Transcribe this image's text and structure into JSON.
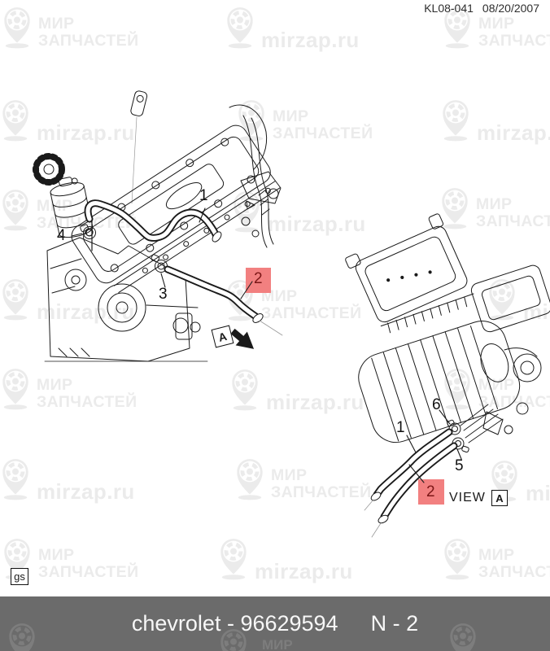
{
  "header": {
    "doc_code": "KL08-041",
    "doc_date": "08/20/2007"
  },
  "footer": {
    "catalog_label": "chevrolet - 96629594",
    "sheet_label": "N - 2"
  },
  "corner_tag": "gs",
  "watermark": {
    "brand_line1": "МИР",
    "brand_line2": "ЗАПЧАСТЕЙ",
    "site": "mirzap.ru"
  },
  "main_view": {
    "callout_1": "1",
    "callout_2": "2",
    "callout_3": "3",
    "callout_4": "4",
    "section_arrow_letter": "A"
  },
  "detail_view": {
    "callout_1": "1",
    "callout_2": "2",
    "callout_5": "5",
    "callout_6": "6",
    "view_label": "VIEW",
    "view_letter": "A"
  },
  "colors": {
    "highlight_box": "#f28080",
    "highlight_text": "#7c1616",
    "footer_bar": "#6b6b6b",
    "watermark_gray": "#ebebeb",
    "ink": "#1a1a1a"
  }
}
